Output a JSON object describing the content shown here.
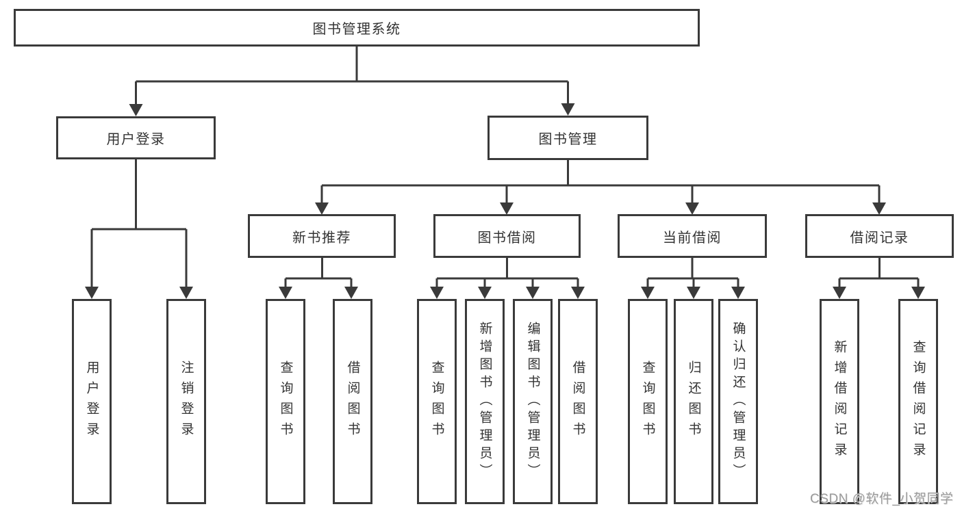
{
  "watermark": "CSDN @软件_小贺同学",
  "palette": {
    "line_color": "#3a3a3a",
    "box_border": "#3a3a3a",
    "box_fill": "#ffffff",
    "text_color": "#333333",
    "watermark_color": "#9b9b9b",
    "background": "#ffffff"
  },
  "tree": {
    "root": {
      "label": "图书管理系统"
    },
    "branches": [
      {
        "label": "用户登录",
        "children": [
          {
            "label": "用户登录"
          },
          {
            "label": "注销登录"
          }
        ]
      },
      {
        "label": "图书管理",
        "children": [
          {
            "label": "新书推荐",
            "children": [
              {
                "label": "查询图书"
              },
              {
                "label": "借阅图书"
              }
            ]
          },
          {
            "label": "图书借阅",
            "children": [
              {
                "label": "查询图书"
              },
              {
                "label": "新增图书（管理员）"
              },
              {
                "label": "编辑图书（管理员）"
              },
              {
                "label": "借阅图书"
              }
            ]
          },
          {
            "label": "当前借阅",
            "children": [
              {
                "label": "查询图书"
              },
              {
                "label": "归还图书"
              },
              {
                "label": "确认归还（管理员）"
              }
            ]
          },
          {
            "label": "借阅记录",
            "children": [
              {
                "label": "新增借阅记录"
              },
              {
                "label": "查询借阅记录"
              }
            ]
          }
        ]
      }
    ]
  }
}
